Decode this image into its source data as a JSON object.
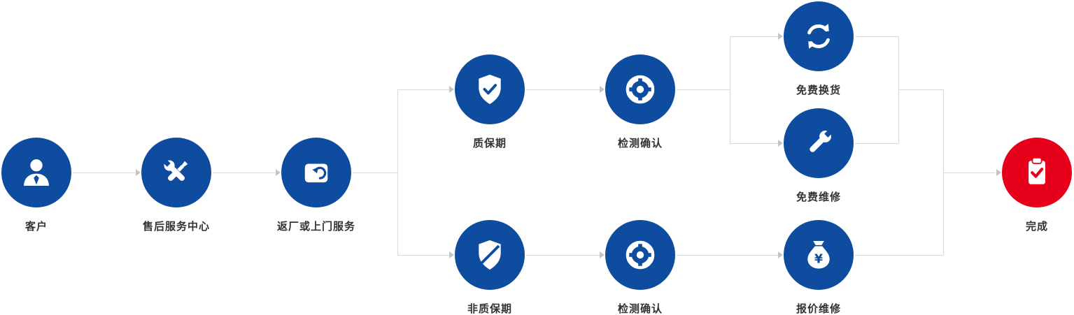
{
  "diagram": {
    "type": "flowchart",
    "colors": {
      "node_blue": "#0d4c9e",
      "node_red": "#e60019",
      "connector": "#d9d9d9",
      "label_text": "#333333"
    },
    "nodes": [
      {
        "id": "customer",
        "label": "客户",
        "icon": "user-icon"
      },
      {
        "id": "service-center",
        "label": "售后服务中心",
        "icon": "tools-icon"
      },
      {
        "id": "return-or-onsite",
        "label": "返厂或上门服务",
        "icon": "return-box-icon"
      },
      {
        "id": "warranty",
        "label": "质保期",
        "icon": "shield-check-icon"
      },
      {
        "id": "inspect-top",
        "label": "检测确认",
        "icon": "target-icon"
      },
      {
        "id": "free-replacement",
        "label": "免费换货",
        "icon": "refresh-icon"
      },
      {
        "id": "free-repair",
        "label": "免费维修",
        "icon": "wrench-icon"
      },
      {
        "id": "non-warranty",
        "label": "非质保期",
        "icon": "shield-slash-icon"
      },
      {
        "id": "inspect-bottom",
        "label": "检测确认",
        "icon": "target-icon"
      },
      {
        "id": "quoted-repair",
        "label": "报价维修",
        "icon": "money-bag-icon"
      },
      {
        "id": "done",
        "label": "完成",
        "icon": "clipboard-check-icon"
      }
    ],
    "edges": [
      {
        "from": "customer",
        "to": "service-center"
      },
      {
        "from": "service-center",
        "to": "return-or-onsite"
      },
      {
        "from": "return-or-onsite",
        "to": "warranty"
      },
      {
        "from": "return-or-onsite",
        "to": "non-warranty"
      },
      {
        "from": "warranty",
        "to": "inspect-top"
      },
      {
        "from": "inspect-top",
        "to": "free-replacement"
      },
      {
        "from": "inspect-top",
        "to": "free-repair"
      },
      {
        "from": "non-warranty",
        "to": "inspect-bottom"
      },
      {
        "from": "inspect-bottom",
        "to": "quoted-repair"
      },
      {
        "from": "free-replacement",
        "to": "done"
      },
      {
        "from": "free-repair",
        "to": "done"
      },
      {
        "from": "quoted-repair",
        "to": "done"
      }
    ]
  }
}
